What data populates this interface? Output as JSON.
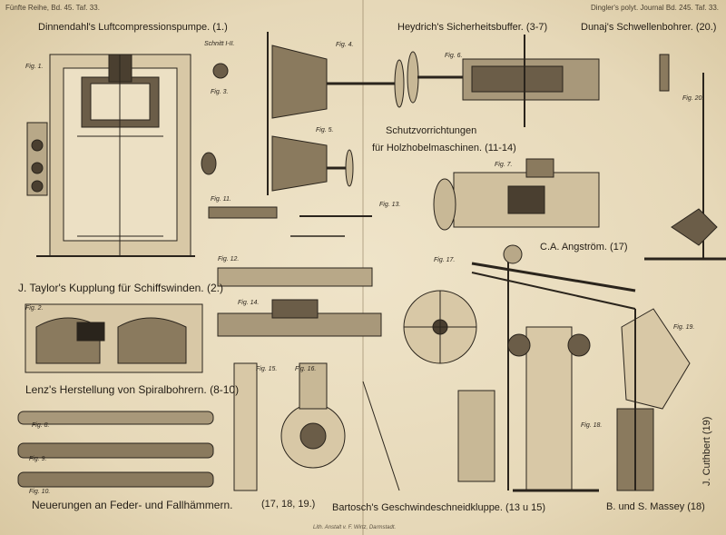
{
  "header": {
    "left": "Fünfte Reihe, Bd. 45. Taf. 33.",
    "right": "Dingler's polyt. Journal Bd. 245. Taf. 33."
  },
  "titles": {
    "dinnendahl": "Dinnendahl's Luftcompressionspumpe. (1.)",
    "heydrich": "Heydrich's Sicherheitsbuffer. (3-7)",
    "dunaj": "Dunaj's Schwellenbohrer. (20.)",
    "schutz_1": "Schutzvorrichtungen",
    "schutz_2": "für Holzhobelmaschinen. (11-14)",
    "angstroem": "C.A. Angström. (17)",
    "taylor": "J. Taylor's Kupplung für Schiffswinden. (2.)",
    "lenz": "Lenz's Herstellung von Spiralbohrern. (8-10)",
    "feder": "Neuerungen an Feder- und Fallhämmern.",
    "feder_ref": "(17, 18, 19.)",
    "bartosch": "Bartosch's Geschwindeschneidkluppe. (13 u 15)",
    "massey": "B. und S. Massey (18)",
    "cuthbert": "J. Cuthbert (19)",
    "schnitt": "Schnitt I-II."
  },
  "figures": {
    "f1": "Fig. 1.",
    "f2": "Fig. 2.",
    "f3": "Fig. 3.",
    "f4": "Fig. 4.",
    "f5": "Fig. 5.",
    "f6": "Fig. 6.",
    "f7": "Fig. 7.",
    "f8": "Fig. 8.",
    "f9": "Fig. 9.",
    "f10": "Fig. 10.",
    "f11": "Fig. 11.",
    "f12": "Fig. 12.",
    "f13": "Fig. 13.",
    "f14": "Fig. 14.",
    "f15": "Fig. 15.",
    "f16": "Fig. 16.",
    "f17": "Fig. 17.",
    "f18": "Fig. 18.",
    "f19": "Fig. 19.",
    "f20": "Fig. 20."
  },
  "footer": "Lith. Anstalt v. F. Wirtz, Darmstadt."
}
